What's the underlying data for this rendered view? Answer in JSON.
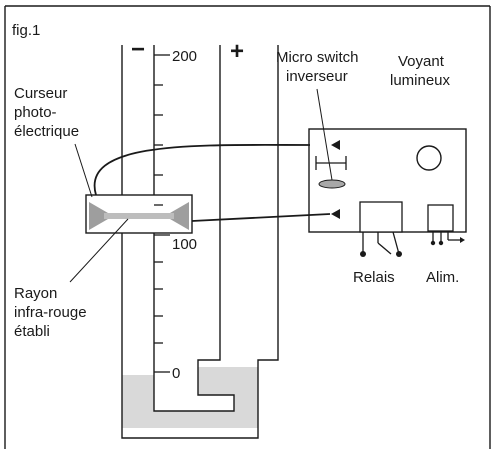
{
  "figure": {
    "label": "fig.1",
    "scale": {
      "minus_sign": "−",
      "plus_sign": "+",
      "tick_labels": [
        "200",
        "100",
        "0"
      ]
    },
    "labels": {
      "cursor_line1": "Curseur",
      "cursor_line2": "photo-",
      "cursor_line3": "électrique",
      "ray_line1": "Rayon",
      "ray_line2": "infra-rouge",
      "ray_line3": "établi",
      "micro_line1": "Micro switch",
      "micro_line2": "inverseur",
      "voyant_line1": "Voyant",
      "voyant_line2": "lumineux",
      "relais": "Relais",
      "alim": "Alim."
    },
    "colors": {
      "line": "#1a1a1a",
      "fluid": "#d9d9d9",
      "beam": "#bdbdbd",
      "beam_emitter": "#9e9e9e",
      "background": "#ffffff"
    }
  }
}
